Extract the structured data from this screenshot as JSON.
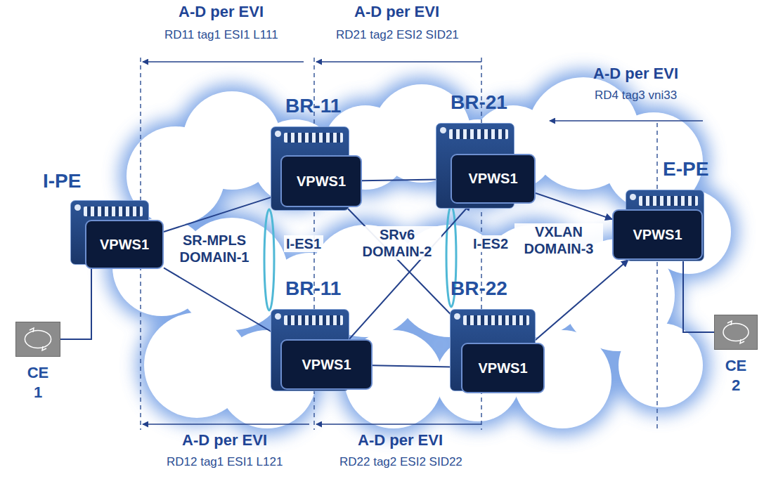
{
  "diagram": {
    "nodes": [
      {
        "text": [
          "I-PE"
        ]
      },
      {
        "text": [
          "VPWS1"
        ],
        "in": 0
      },
      {
        "text": [
          "BR-11"
        ]
      },
      {
        "text": [
          "VPWS1"
        ],
        "in": 2
      },
      {
        "text": [
          "BR-11"
        ]
      },
      {
        "text": [
          "VPWS1"
        ],
        "in": 4
      },
      {
        "text": [
          "BR-21"
        ]
      },
      {
        "text": [
          "VPWS1"
        ],
        "in": 6
      },
      {
        "text": [
          "BR-22"
        ]
      },
      {
        "text": [
          "VPWS1"
        ],
        "in": 8
      },
      {
        "text": [
          "E-PE"
        ]
      },
      {
        "text": [
          "VPWS1"
        ],
        "in": 10
      },
      {
        "text": [
          "CE 1"
        ]
      },
      {
        "text": [
          "CE 2"
        ]
      }
    ],
    "edges": [
      {
        "from": 12,
        "to": 0,
        "arrow": "none"
      },
      {
        "from": 1,
        "to": 3,
        "arrow": "to"
      },
      {
        "from": 1,
        "to": 5,
        "arrow": "to"
      },
      {
        "from": 3,
        "to": 7,
        "arrow": "to"
      },
      {
        "from": 3,
        "to": 9,
        "arrow": "to"
      },
      {
        "from": 5,
        "to": 7,
        "arrow": "to"
      },
      {
        "from": 5,
        "to": 9,
        "arrow": "to"
      },
      {
        "from": 7,
        "to": 11,
        "arrow": "to"
      },
      {
        "from": 9,
        "to": 11,
        "arrow": "to"
      },
      {
        "from": 13,
        "to": 10,
        "arrow": "none"
      }
    ],
    "labels": [
      "A-D per EVI",
      "RD11 tag1 ESI1 L111",
      "A-D per EVI",
      "RD21 tag2 ESI2 SID21",
      "A-D per EVI",
      "RD4 tag3 vni33",
      "SR-MPLS DOMAIN-1",
      "I-ES1",
      "SRv6 DOMAIN-2",
      "I-ES2",
      "VXLAN DOMAIN-3",
      "A-D per EVI",
      "RD12 tag1 ESI1 L121",
      "A-D per EVI",
      "RD22 tag2 ESI2 SID22"
    ]
  }
}
